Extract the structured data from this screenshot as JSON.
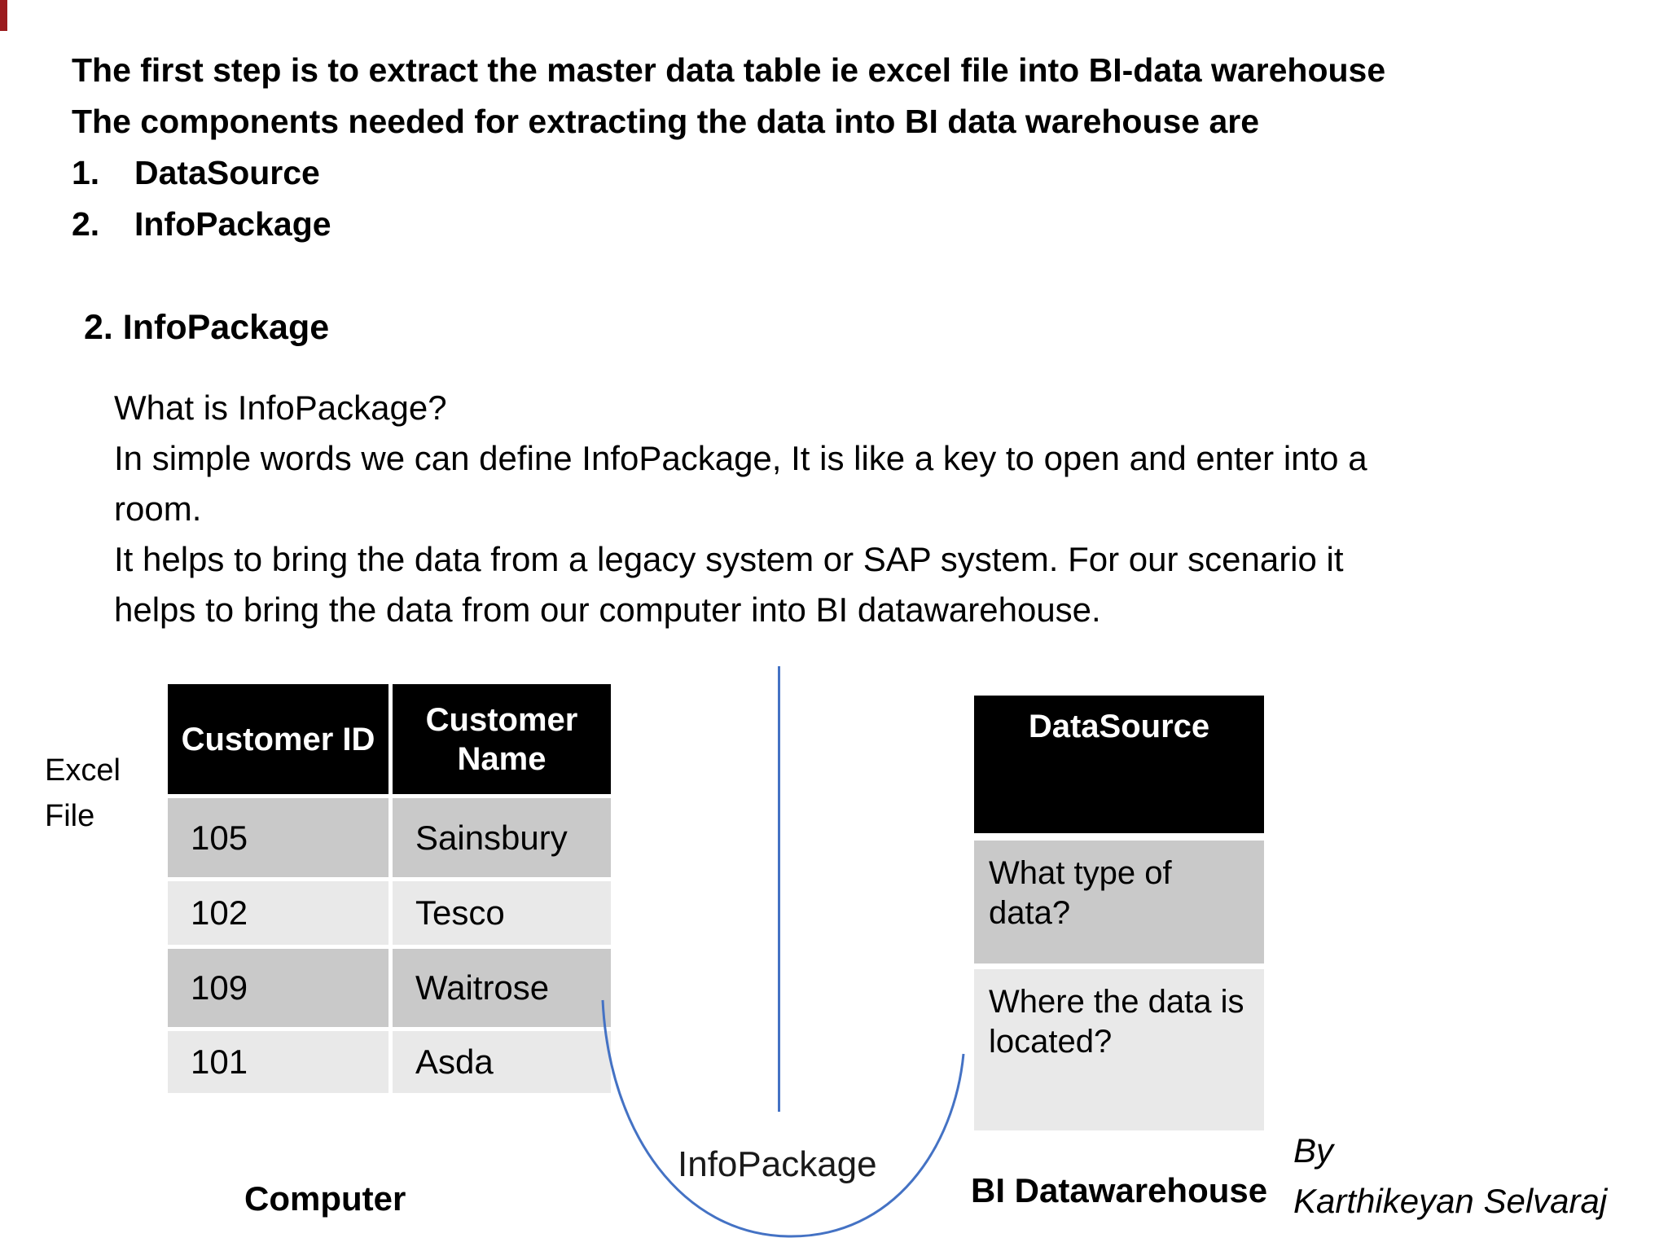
{
  "intro": {
    "line1": "The first step is to extract the master data table ie excel file into BI-data warehouse",
    "line2": "The components needed for extracting the data into BI data warehouse are",
    "list": [
      {
        "num": "1.",
        "label": "DataSource"
      },
      {
        "num": "2.",
        "label": "InfoPackage"
      }
    ]
  },
  "section": {
    "heading": "2. InfoPackage",
    "lines": [
      "What is InfoPackage?",
      "In simple words we can define InfoPackage, It is like a key to open and enter into a",
      "room.",
      "It helps to bring the data from a legacy system or SAP system. For our scenario it",
      "helps to bring the data from our computer into BI datawarehouse."
    ]
  },
  "diagram": {
    "excel_file_label": "Excel File",
    "computer_label": "Computer",
    "infopackage_label": "InfoPackage",
    "bi_datawarehouse_label": "BI Datawarehouse",
    "customer_table": {
      "headers": [
        "Customer ID",
        "Customer Name"
      ],
      "rows": [
        [
          "105",
          "Sainsbury"
        ],
        [
          "102",
          "Tesco"
        ],
        [
          "109",
          "Waitrose"
        ],
        [
          "101",
          "Asda"
        ]
      ]
    },
    "datasource_table": {
      "header": "DataSource",
      "rows": [
        "What type of data?",
        "Where the data is located?"
      ]
    }
  },
  "credit": {
    "by": "By",
    "author": "Karthikeyan Selvaraj"
  },
  "colors": {
    "accent_blue": "#4472c4",
    "table_header_bg": "#000000",
    "row_dark": "#c9c9c9",
    "row_light": "#e9e9e9"
  }
}
